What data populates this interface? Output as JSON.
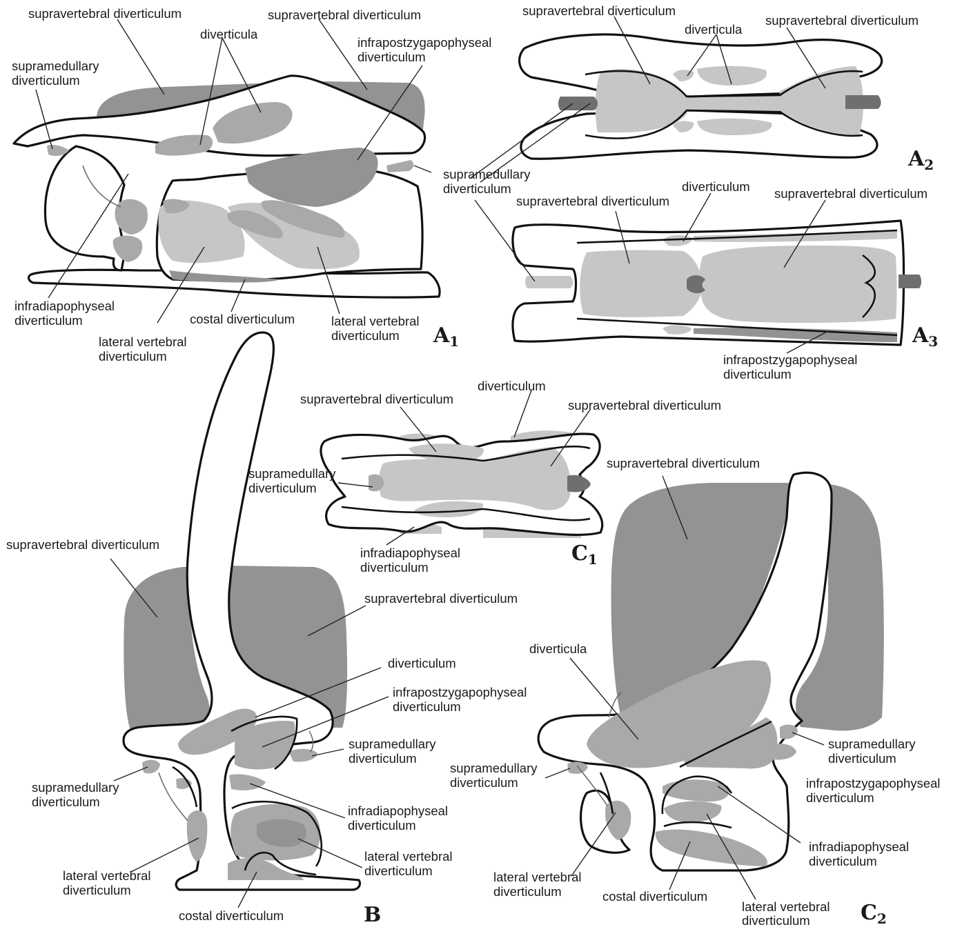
{
  "terms": {
    "supravertebral": "supravertebral diverticulum",
    "diverticula": "diverticula",
    "diverticulum": "diverticulum",
    "supramedullary": "supramedullary diverticulum",
    "supramedullary_1": "supramedullary",
    "diverticulum_2": "diverticulum",
    "infrapostzygapophyseal_1": "infrapostzygapophyseal",
    "infradiapophyseal_1": "infradiapophyseal",
    "lateral_vertebral_1": "lateral vertebral",
    "costal": "costal diverticulum"
  },
  "panels": {
    "a1": {
      "letter": "A",
      "sub": "1"
    },
    "a2": {
      "letter": "A",
      "sub": "2"
    },
    "a3": {
      "letter": "A",
      "sub": "3"
    },
    "b": {
      "letter": "B"
    },
    "c1": {
      "letter": "C",
      "sub": "1"
    },
    "c2": {
      "letter": "C",
      "sub": "2"
    }
  },
  "colors": {
    "dark_diverticulum": "#939396",
    "medium_diverticulum": "#a9a9ac",
    "light_diverticulum": "#c6c6c8",
    "darkest_diverticulum": "#6f6f72",
    "bone_outline": "#111111"
  }
}
